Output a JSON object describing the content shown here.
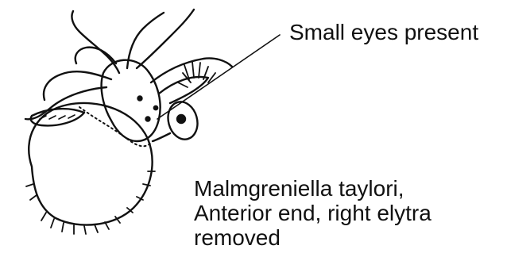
{
  "annotation": {
    "text": "Small eyes present"
  },
  "caption": {
    "lines": [
      "Malmgreniella taylori,",
      "Anterior end, right elytra",
      "removed"
    ]
  },
  "colors": {
    "ink": "#111111",
    "background": "#ffffff"
  },
  "icons": {
    "specimen": "polychaete-anterior-drawing",
    "pointer": "leader-line"
  }
}
